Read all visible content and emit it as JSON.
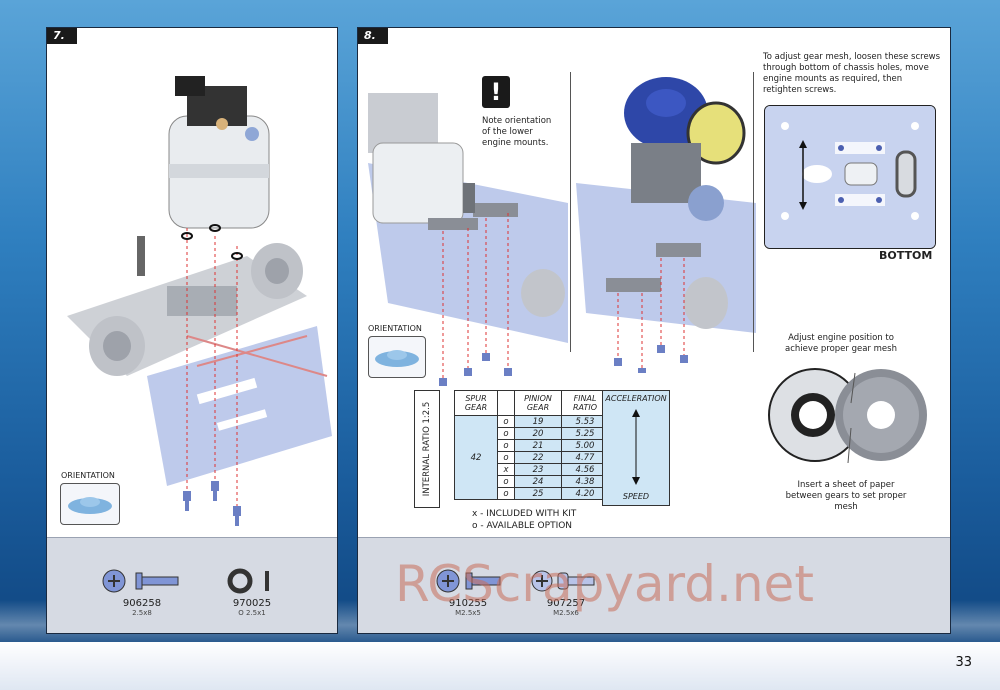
{
  "step7": {
    "number": "7.",
    "orientation_label": "ORIENTATION",
    "parts": [
      {
        "code": "906258",
        "size": "2.5x8"
      },
      {
        "code": "970025",
        "size": "O 2.5x1"
      }
    ]
  },
  "step8": {
    "number": "8.",
    "note": "Note orientation of the lower engine mounts.",
    "orientation_label": "ORIENTATION",
    "adjust_note": "To adjust gear mesh, loosen these screws through bottom of chassis holes, move engine mounts as required, then retighten screws.",
    "bottom_label": "BOTTOM",
    "gear_note_top": "Adjust engine position to achieve proper gear mesh",
    "gear_note_bottom": "Insert a sheet of paper between gears to set proper mesh",
    "table": {
      "side_label": "INTERNAL RATIO 1:2.5",
      "headers": {
        "spur": "SPUR GEAR",
        "pinion": "PINION GEAR",
        "final": "FINAL RATIO"
      },
      "spur_value": "42",
      "rows": [
        {
          "mark": "o",
          "pinion": "19",
          "final": "5.53"
        },
        {
          "mark": "o",
          "pinion": "20",
          "final": "5.25"
        },
        {
          "mark": "o",
          "pinion": "21",
          "final": "5.00"
        },
        {
          "mark": "o",
          "pinion": "22",
          "final": "4.77"
        },
        {
          "mark": "x",
          "pinion": "23",
          "final": "4.56"
        },
        {
          "mark": "o",
          "pinion": "24",
          "final": "4.38"
        },
        {
          "mark": "o",
          "pinion": "25",
          "final": "4.20"
        }
      ],
      "acceleration": "ACCELERATION",
      "speed": "SPEED"
    },
    "legend": [
      "x - INCLUDED WITH KIT",
      "o - AVAILABLE OPTION"
    ],
    "parts": [
      {
        "code": "910255",
        "size": "M2.5x5"
      },
      {
        "code": "907257",
        "size": "M2.5x6"
      }
    ]
  },
  "page_number": "33",
  "watermark": "RCScrapyard.net"
}
